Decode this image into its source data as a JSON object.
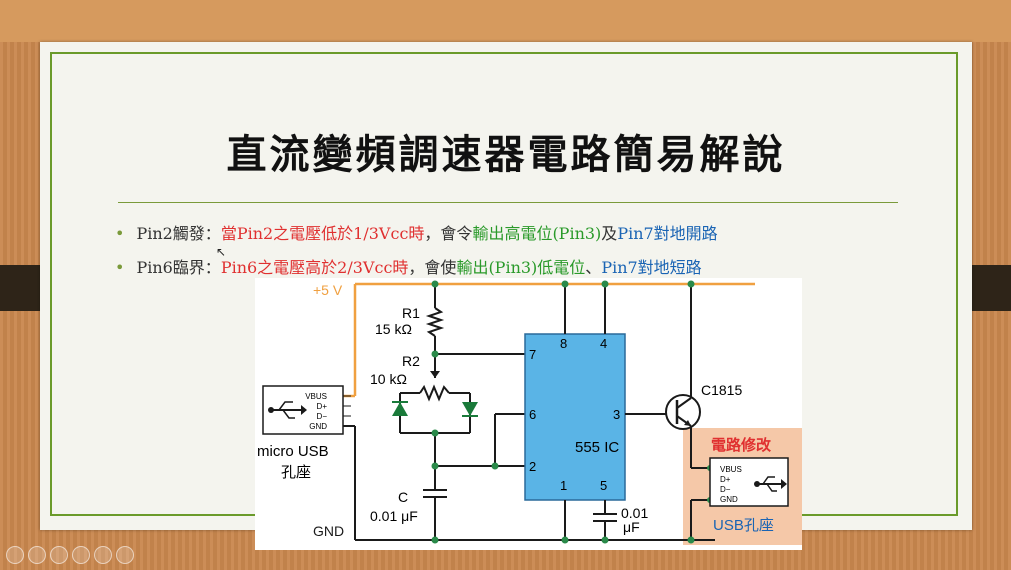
{
  "slide": {
    "title": "直流變頻調速器電路簡易解說",
    "bullets": [
      {
        "parts": [
          {
            "text": "Pin2觸發：",
            "color": "default"
          },
          {
            "text": "當Pin2之電壓低於1/3Vcc時",
            "color": "red"
          },
          {
            "text": "，會令",
            "color": "default"
          },
          {
            "text": "輸出高電位(Pin3)",
            "color": "green"
          },
          {
            "text": "及",
            "color": "default"
          },
          {
            "text": "Pin7對地開路",
            "color": "blue"
          }
        ]
      },
      {
        "parts": [
          {
            "text": "Pin6臨界：",
            "color": "default"
          },
          {
            "text": "Pin6之電壓高於2/3Vcc時",
            "color": "red"
          },
          {
            "text": "，會使",
            "color": "default"
          },
          {
            "text": "輸出(Pin3)低電位",
            "color": "green"
          },
          {
            "text": "、",
            "color": "default"
          },
          {
            "text": "Pin7對地短路",
            "color": "blue"
          }
        ]
      }
    ]
  },
  "circuit": {
    "supply_label": "+5 V",
    "gnd_label": "GND",
    "r1_name": "R1",
    "r1_value": "15 kΩ",
    "r2_name": "R2",
    "r2_value": "10 kΩ",
    "c_name": "C",
    "c_value": "0.01 μF",
    "c2_value_line1": "0.01",
    "c2_value_line2": "μF",
    "ic_label": "555 IC",
    "pins": {
      "p8": "8",
      "p4": "4",
      "p7": "7",
      "p6": "6",
      "p2": "2",
      "p3": "3",
      "p1": "1",
      "p5": "5"
    },
    "transistor": "C1815",
    "left_usb": {
      "vbus": "VBUS",
      "dplus": "D+",
      "dminus": "D−",
      "gnd": "GND",
      "caption_line1": "micro USB",
      "caption_line2": "孔座"
    },
    "right_usb": {
      "vbus": "VBUS",
      "dplus": "D+",
      "dminus": "D−",
      "gnd": "GND",
      "caption": "USB孔座"
    },
    "modify_label": "電路修改"
  },
  "colors": {
    "wire": "#1a1a1a",
    "supply_wire": "#f0a040",
    "node": "#2a8a4a",
    "ic_fill": "#5ab4e6",
    "diode": "#1a7a3a",
    "highlight": "#f5c8a8",
    "modify_text": "#e03030"
  },
  "toolbar": {
    "icons": [
      "prev-icon",
      "next-icon",
      "pen-icon",
      "view-icon",
      "zoom-icon",
      "more-icon"
    ]
  }
}
